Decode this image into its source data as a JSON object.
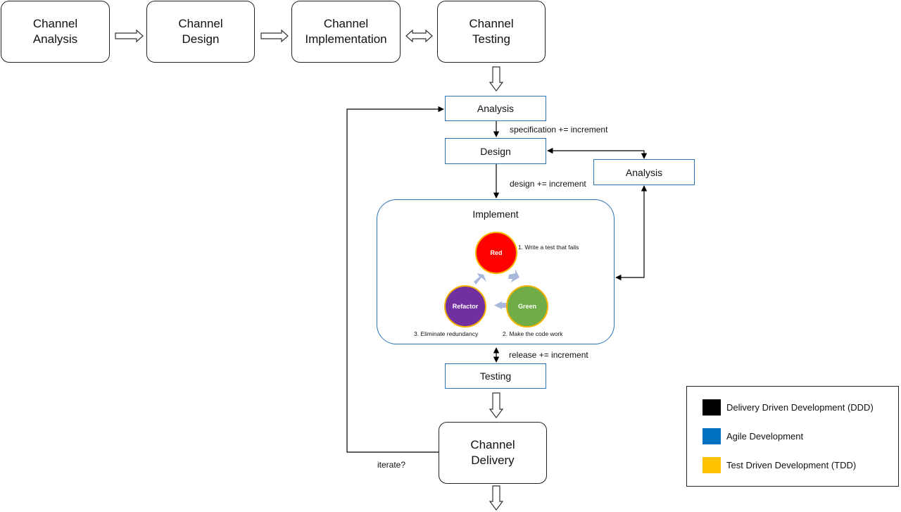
{
  "stages": {
    "analysis": "Channel\nAnalysis",
    "design": "Channel\nDesign",
    "implementation": "Channel\nImplementation",
    "testing": "Channel\nTesting",
    "delivery": "Channel\nDelivery"
  },
  "agile": {
    "analysis": "Analysis",
    "design": "Design",
    "side_analysis": "Analysis",
    "implement": "Implement",
    "testing": "Testing"
  },
  "edges": {
    "specification": "specification += increment",
    "design_inc": "design += increment",
    "release": "release += increment",
    "iterate": "iterate?"
  },
  "tdd": {
    "red": "Red",
    "green": "Green",
    "refactor": "Refactor",
    "step1": "1. Write a test that fails",
    "step2": "2. Make the code work",
    "step3": "3. Eliminate redundancy"
  },
  "legend": [
    {
      "label": "Delivery Driven Development (DDD)",
      "color": "#000000"
    },
    {
      "label": "Agile Development",
      "color": "#0070c0"
    },
    {
      "label": "Test Driven Development (TDD)",
      "color": "#ffc000"
    }
  ],
  "colors": {
    "red": "#ff0000",
    "green": "#70ad47",
    "refactor": "#7030a0",
    "cycle_arrow": "#a9b9dd",
    "agile_border": "#2e75b6"
  }
}
